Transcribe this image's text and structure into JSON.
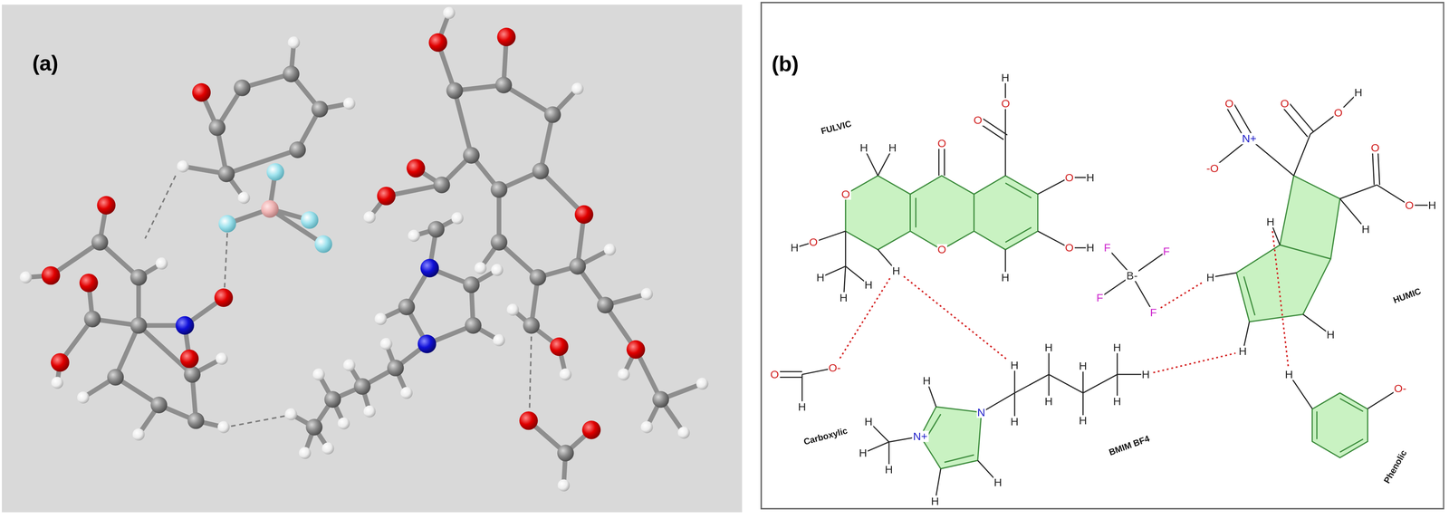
{
  "diagram": {
    "nodes": [
      {
        "text": [
          "(a)"
        ]
      },
      {
        "text": [
          "(b)"
        ]
      }
    ],
    "labels": [
      "FULVIC",
      "O",
      "O",
      "O",
      "H",
      "O",
      "H",
      "O",
      "H",
      "H",
      "O",
      "O",
      "H",
      "H",
      "H",
      "O",
      "H",
      "H",
      "H",
      "H",
      "O",
      "O-",
      "H",
      "Carboxylic",
      "H",
      "N",
      "N+",
      "H",
      "H",
      "H",
      "H",
      "H",
      "H",
      "H",
      "H",
      "H",
      "H",
      "H",
      "H",
      "H",
      "H",
      "BMIM BF4",
      "F",
      "F",
      "F",
      "F",
      "B-",
      "O",
      "N+",
      "-O",
      "O",
      "O",
      "H",
      "O",
      "O",
      "H",
      "H",
      "H",
      "H",
      "H",
      "H",
      "HUMIC",
      "H",
      "O-",
      "Phenolic"
    ]
  }
}
